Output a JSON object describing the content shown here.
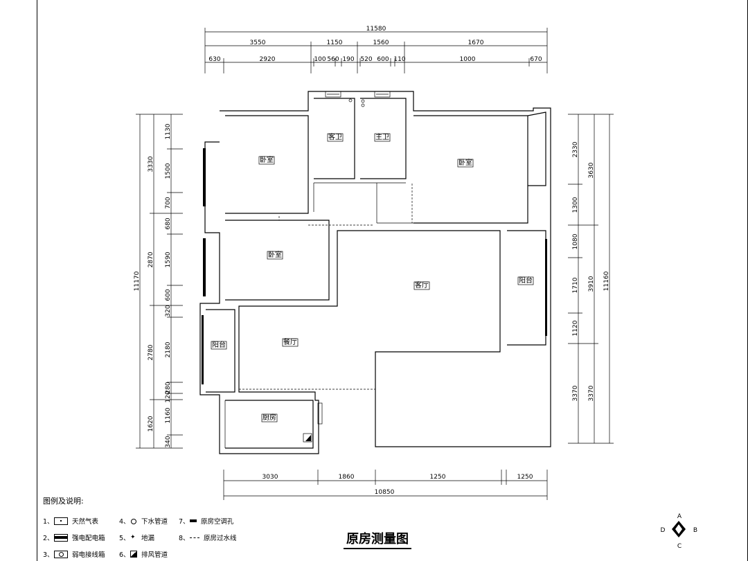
{
  "title": "原房测量图",
  "dims": {
    "top_total": "11580",
    "top_row2": [
      "3550",
      "1150",
      "1560",
      "1670"
    ],
    "top_row3": [
      "630",
      "2920",
      "100",
      "560",
      "190",
      "520",
      "600",
      "110",
      "1000",
      "670"
    ],
    "left_total": "11170",
    "left_outer": [
      "3330",
      "2870",
      "2780",
      "1620"
    ],
    "left_inner": [
      "1130",
      "1500",
      "700",
      "680",
      "1590",
      "600",
      "320",
      "2180",
      "280",
      "120",
      "1160",
      "340"
    ],
    "right_inner": [
      "2330",
      "1300",
      "1080",
      "1710",
      "1120",
      "3370"
    ],
    "right_outer": [
      "3630",
      "3910",
      "3370"
    ],
    "right_total": "11160",
    "bottom_row1": [
      "3030",
      "1860",
      "1250",
      "1250"
    ],
    "bottom_total": "10850"
  },
  "rooms": {
    "bedroom_nw": "卧室",
    "bath_guest": "客卫",
    "bath_master": "主卫",
    "bedroom_ne": "卧室",
    "bedroom_w": "卧室",
    "living": "客厅",
    "balcony_e": "阳台",
    "dining": "餐厅",
    "balcony_w": "阳台",
    "kitchen": "厨房"
  },
  "legend": {
    "title": "图例及说明:",
    "items": [
      {
        "num": "1、",
        "label": "天然气表"
      },
      {
        "num": "2、",
        "label": "强电配电箱"
      },
      {
        "num": "3、",
        "label": "弱电接线箱"
      },
      {
        "num": "4、",
        "label": "下水管道"
      },
      {
        "num": "5、",
        "label": "地漏"
      },
      {
        "num": "6、",
        "label": "排风管道"
      },
      {
        "num": "7、",
        "label": "原房空调孔"
      },
      {
        "num": "8、",
        "label": "原房过水线"
      }
    ]
  },
  "compass": {
    "a": "A",
    "b": "B",
    "c": "C",
    "d": "D"
  }
}
